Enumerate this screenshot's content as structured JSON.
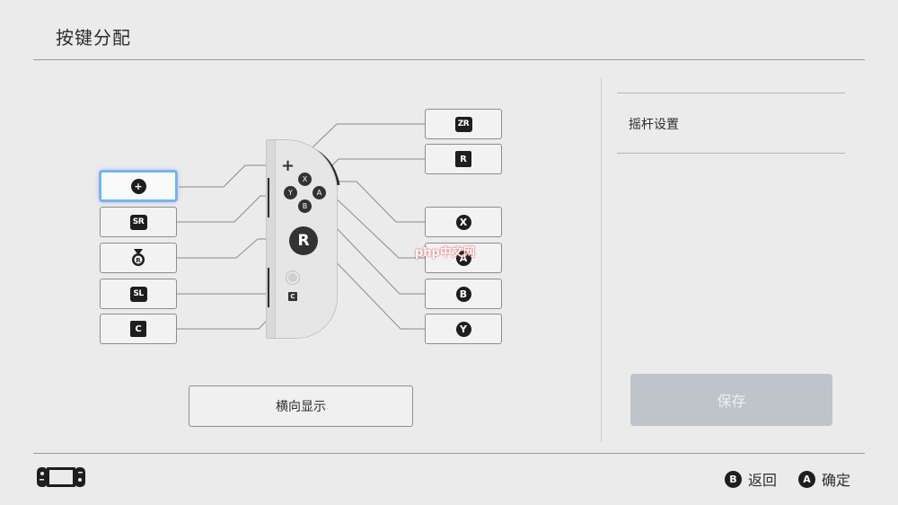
{
  "header": {
    "title": "按键分配"
  },
  "left_buttons": [
    {
      "name": "plus",
      "icon": "plus-circle-icon",
      "label": "+",
      "selected": true
    },
    {
      "name": "sr",
      "icon": "sr-icon",
      "label": "SR"
    },
    {
      "name": "stick-press",
      "icon": "stick-press-icon",
      "label": "R"
    },
    {
      "name": "sl",
      "icon": "sl-icon",
      "label": "SL"
    },
    {
      "name": "c",
      "icon": "c-icon",
      "label": "C"
    }
  ],
  "right_buttons": [
    {
      "name": "zr",
      "icon": "zr-icon",
      "label": "ZR"
    },
    {
      "name": "r",
      "icon": "r-icon",
      "label": "R"
    },
    {
      "name": "x",
      "icon": "x-circle-icon",
      "label": "X"
    },
    {
      "name": "a",
      "icon": "a-circle-icon",
      "label": "A"
    },
    {
      "name": "b",
      "icon": "b-circle-icon",
      "label": "B"
    },
    {
      "name": "y",
      "icon": "y-circle-icon",
      "label": "Y"
    }
  ],
  "controller": {
    "plus": "+",
    "x": "X",
    "y": "Y",
    "a": "A",
    "b": "B",
    "stick": "R",
    "c": "C"
  },
  "orientation_button": "横向显示",
  "side_panel": {
    "stick_settings": "摇杆设置",
    "save": "保存"
  },
  "footer": {
    "back_key": "B",
    "back_label": "返回",
    "ok_key": "A",
    "ok_label": "确定"
  },
  "watermark": {
    "latin": "php",
    "cn": "中文网"
  },
  "colors": {
    "background": "#ebebeb",
    "selection": "#5bc0f0",
    "save_disabled": "#bfc4cb"
  }
}
